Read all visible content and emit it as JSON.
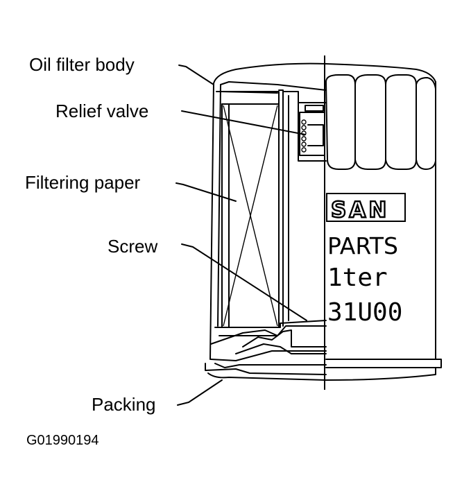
{
  "labels": {
    "oil_filter_body": "Oil filter body",
    "relief_valve": "Relief valve",
    "filtering_paper": "Filtering paper",
    "screw": "Screw",
    "packing": "Packing"
  },
  "figure_code": "G01990194",
  "stamp": {
    "brand": "SAN",
    "line1": "PARTS",
    "line2": "1ter",
    "line3": "31U00"
  }
}
